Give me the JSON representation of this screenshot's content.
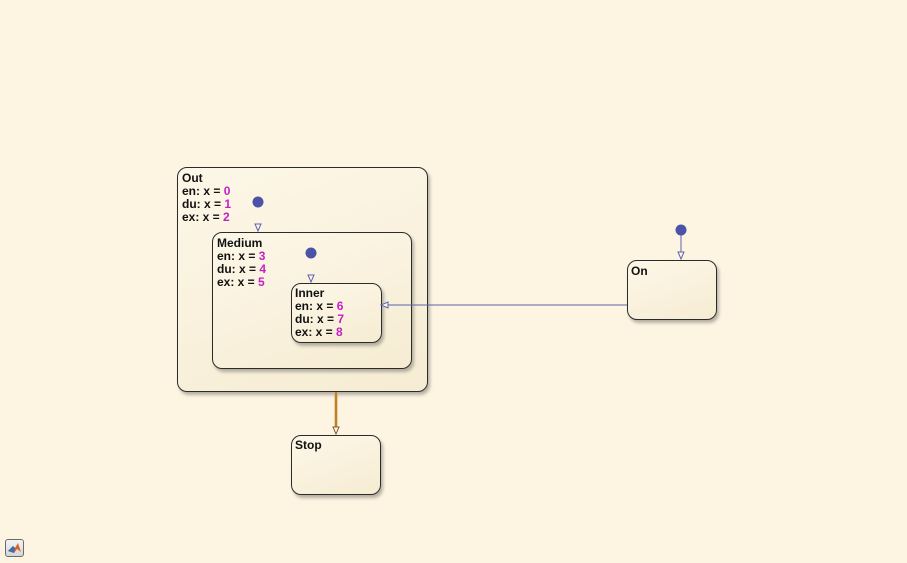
{
  "colors": {
    "canvas": "#fdf4e2",
    "number": "#c51fc5",
    "transition": "#5b63b0",
    "default_dot": "#4a53a8",
    "highlight_transition": "#d98a2a"
  },
  "states": {
    "out": {
      "name": "Out",
      "actions": [
        {
          "label": "en: x = ",
          "value": "0"
        },
        {
          "label": "du: x = ",
          "value": "1"
        },
        {
          "label": "ex: x = ",
          "value": "2"
        }
      ]
    },
    "medium": {
      "name": "Medium",
      "actions": [
        {
          "label": "en: x = ",
          "value": "3"
        },
        {
          "label": "du: x = ",
          "value": "4"
        },
        {
          "label": "ex: x = ",
          "value": "5"
        }
      ]
    },
    "inner": {
      "name": "Inner",
      "actions": [
        {
          "label": "en: x = ",
          "value": "6"
        },
        {
          "label": "du: x = ",
          "value": "7"
        },
        {
          "label": "ex: x = ",
          "value": "8"
        }
      ]
    },
    "on": {
      "name": "On",
      "actions": []
    },
    "stop": {
      "name": "Stop",
      "actions": []
    }
  },
  "toolbar": {
    "icon": "matlab-logo-icon"
  }
}
